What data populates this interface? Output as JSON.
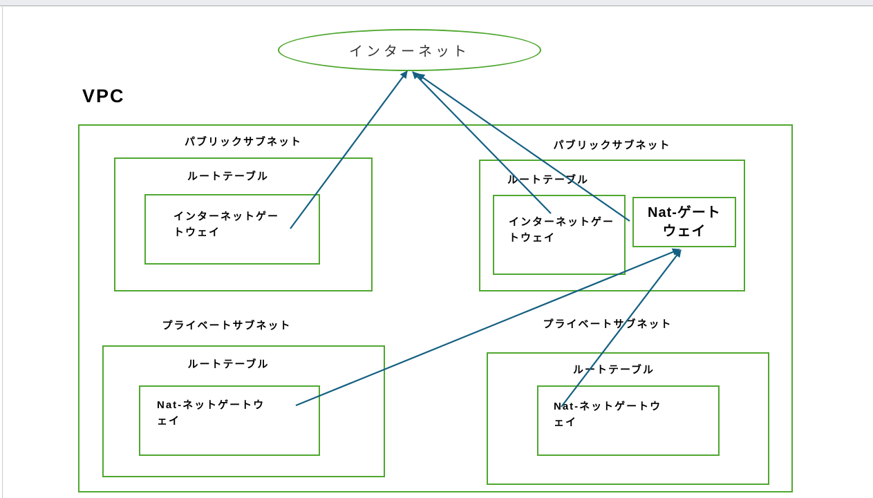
{
  "colors": {
    "green": "#4EA72E",
    "arrow": "#156082",
    "text": "#000000"
  },
  "diagram": {
    "internet": {
      "label": "インターネット"
    },
    "vpc": {
      "label": "VPC"
    },
    "subnets": [
      {
        "label": "パブリックサブネット",
        "route_table_label": "ルートテーブル",
        "gateway_label": "インターネットゲートウェイ"
      },
      {
        "label": "パブリックサブネット",
        "route_table_label": "ルートテーブル",
        "gateway_label": "インターネットゲートウェイ",
        "nat_label": "Nat-ゲートウェイ"
      },
      {
        "label": "プライベートサブネット",
        "route_table_label": "ルートテーブル",
        "gateway_label": "Nat-ネットゲートウェイ"
      },
      {
        "label": "プライベートサブネット",
        "route_table_label": "ルートテーブル",
        "gateway_label": "Nat-ネットゲートウェイ"
      }
    ],
    "arrows": [
      {
        "from": "internet-gateway-public-left",
        "to": "internet"
      },
      {
        "from": "internet-gateway-public-right",
        "to": "internet"
      },
      {
        "from": "nat-gateway-public-right",
        "to": "internet"
      },
      {
        "from": "nat-net-gateway-private-left",
        "to": "nat-gateway-public-right"
      },
      {
        "from": "nat-net-gateway-private-right",
        "to": "nat-gateway-public-right"
      }
    ]
  }
}
